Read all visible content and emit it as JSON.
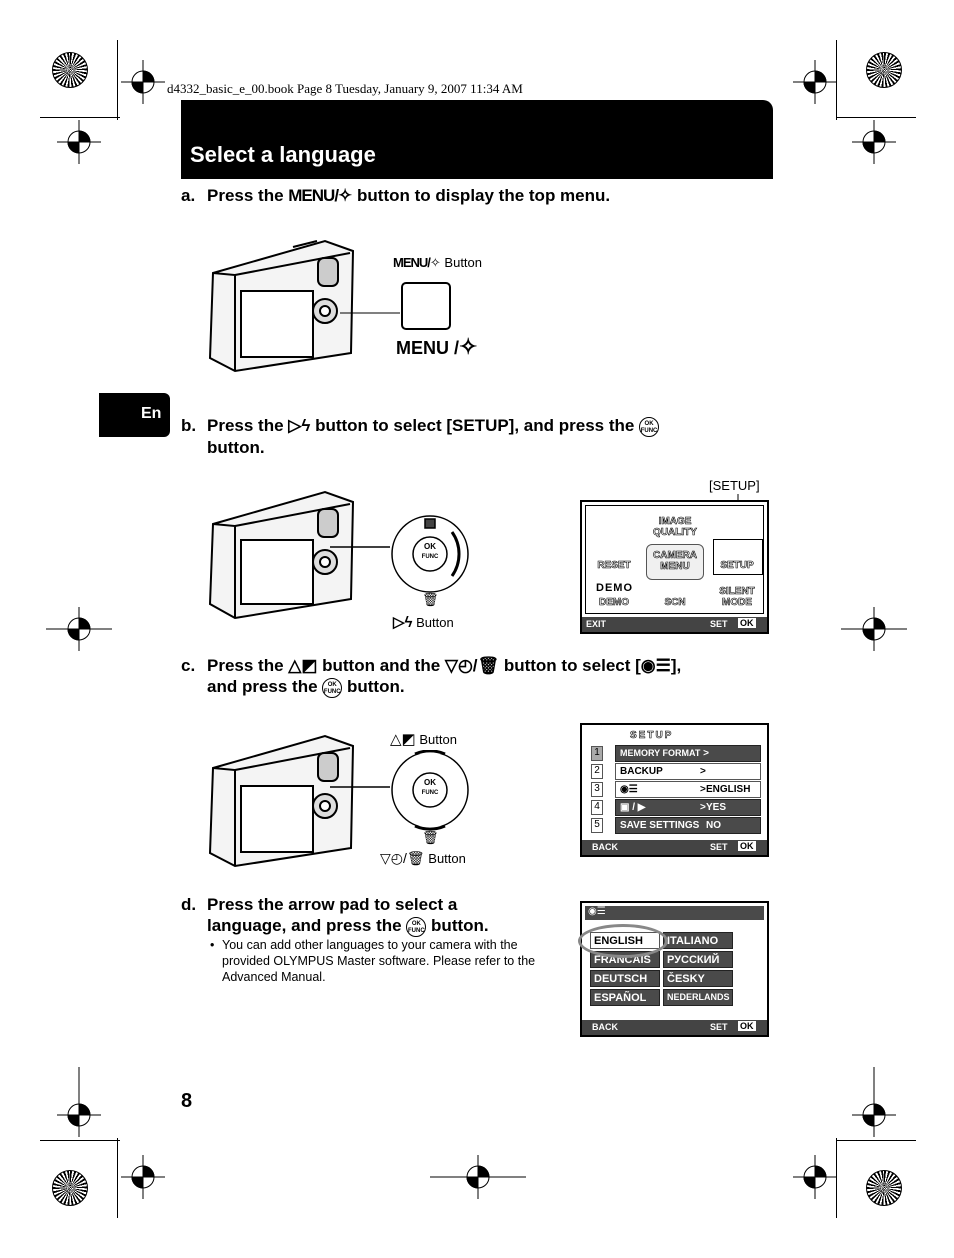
{
  "header": {
    "file_line": "d4332_basic_e_00.book  Page 8  Tuesday, January 9, 2007  11:34 AM"
  },
  "section": {
    "title": "Select a language",
    "tab_label": "En"
  },
  "steps": {
    "a": {
      "letter": "a.",
      "text_1": "Press the ",
      "menu_text": "MENU/",
      "text_2": " button to display the top menu."
    },
    "b": {
      "letter": "b.",
      "text_1": "Press the ",
      "text_2": " button to select [SETUP], and press the ",
      "text_3": "button."
    },
    "c": {
      "letter": "c.",
      "text_1": "Press the ",
      "text_2": " button and the ",
      "text_3": " button to select [",
      "text_4": "],",
      "text_5": "and press the ",
      "text_6": " button."
    },
    "d": {
      "letter": "d.",
      "text_1": "Press the arrow pad to select  a",
      "text_2": "language, and press the ",
      "text_3": " button.",
      "note": "You can add other languages to your camera with the provided OLYMPUS Master software. Please refer to the Advanced Manual."
    }
  },
  "figures": {
    "a": {
      "menu_button_label": "MENU/",
      "button_word": "Button",
      "big_menu_text": "MENU /"
    },
    "b": {
      "button_word": "Button",
      "setup_callout": "[SETUP]",
      "ok_top": "OK",
      "ok_bottom": "FUNC"
    },
    "c": {
      "up_button_word": "Button",
      "down_button_word": "Button",
      "ok_top": "OK",
      "ok_bottom": "FUNC"
    }
  },
  "screen_top_menu": {
    "items": [
      "IMAGE QUALITY",
      "RESET",
      "CAMERA MENU",
      "SETUP",
      "DEMO",
      "SCN",
      "SILENT MODE"
    ],
    "demo_logo": "DEMO",
    "bar": {
      "left": "EXIT",
      "right": "SET"
    }
  },
  "screen_setup": {
    "title": "SETUP",
    "rows": [
      {
        "num": "1",
        "label": "MEMORY FORMAT",
        "value": ""
      },
      {
        "num": "2",
        "label": "BACKUP",
        "value": ""
      },
      {
        "num": "3",
        "label": "",
        "value": "ENGLISH"
      },
      {
        "num": "4",
        "label": "/",
        "value": "YES"
      },
      {
        "num": "5",
        "label": "SAVE SETTINGS",
        "value": "NO"
      }
    ],
    "bar": {
      "left": "BACK",
      "right": "SET"
    }
  },
  "screen_language": {
    "languages": [
      "ENGLISH",
      "ITALIANO",
      "FRANCAIS",
      "РУССКИЙ",
      "DEUTSCH",
      "ČESKY",
      "ESPAÑOL",
      "NEDERLANDS"
    ],
    "bar": {
      "left": "BACK",
      "right": "SET"
    }
  },
  "page": {
    "number": "8"
  },
  "colors": {
    "banner": "#000000",
    "menu_item": "#4a4a4a",
    "selection_ring": "#888888"
  }
}
